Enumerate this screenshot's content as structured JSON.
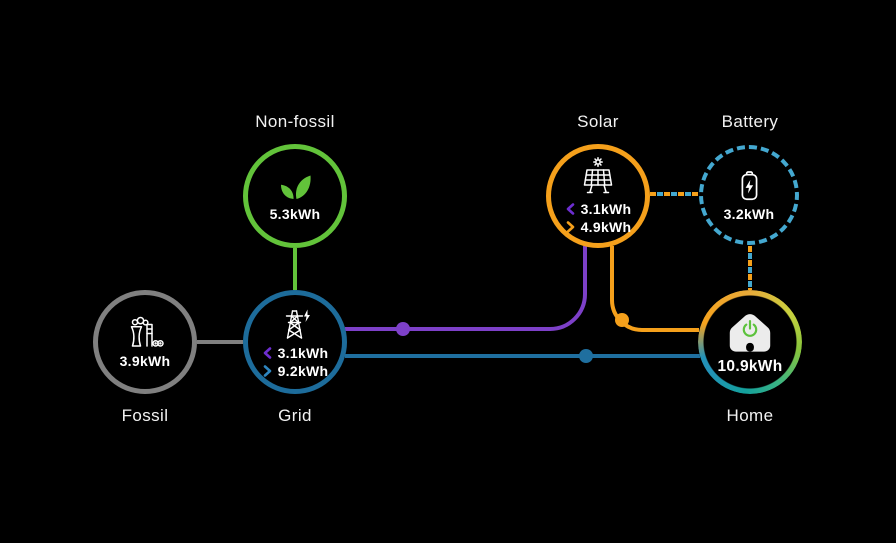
{
  "diagram": {
    "background_color": "#000000",
    "nodes": {
      "non_fossil": {
        "label": "Non-fossil",
        "value": "5.3kWh",
        "ring_color": "#62c33a",
        "icon": "leaf-icon"
      },
      "solar": {
        "label": "Solar",
        "ring_color": "#f5a01b",
        "icon": "solar-panel-icon",
        "values": [
          {
            "chevron": "left",
            "chevron_color": "#6d2ed0",
            "text": "3.1kWh"
          },
          {
            "chevron": "right",
            "chevron_color": "#f5a01b",
            "text": "4.9kWh"
          }
        ]
      },
      "battery": {
        "label": "Battery",
        "value": "3.2kWh",
        "ring_color": "#44a8d0",
        "ring_style": "dashed",
        "icon": "battery-icon"
      },
      "fossil": {
        "label": "Fossil",
        "value": "3.9kWh",
        "ring_color": "#808080",
        "icon": "power-plant-icon"
      },
      "grid": {
        "label": "Grid",
        "ring_color": "#1d6c9b",
        "icon": "pylon-icon",
        "values": [
          {
            "chevron": "left",
            "chevron_color": "#6d2ed0",
            "text": "3.1kWh"
          },
          {
            "chevron": "right",
            "chevron_color": "#2e86c0",
            "text": "9.2kWh"
          }
        ]
      },
      "home": {
        "label": "Home",
        "value": "10.9kWh",
        "icon": "home-icon",
        "ring_gradient": [
          "#e8ab3a",
          "#c8d23f",
          "#86c43c",
          "#3bb484",
          "#14a19c",
          "#2392b8",
          "#f6a21d"
        ],
        "power_symbol_color": "#5cc23c"
      }
    },
    "edges": [
      {
        "from": "non_fossil",
        "to": "grid",
        "style": "solid",
        "color": "#62c33a",
        "dot": false
      },
      {
        "from": "fossil",
        "to": "grid",
        "style": "solid",
        "color": "#808080",
        "dot": false
      },
      {
        "from": "grid",
        "to": "solar",
        "style": "solid",
        "color": "#7d40c8",
        "dot": true
      },
      {
        "from": "grid",
        "to": "home",
        "style": "solid",
        "color": "#1f6f9f",
        "dot": true
      },
      {
        "from": "solar",
        "to": "home",
        "style": "solid",
        "color": "#f5a01b",
        "dot": true
      },
      {
        "from": "solar",
        "to": "battery",
        "style": "dashed",
        "colors": [
          "#f5a01b",
          "#44a8d0"
        ],
        "dot": false
      },
      {
        "from": "battery",
        "to": "home",
        "style": "dashed",
        "colors": [
          "#f5a01b",
          "#44a8d0"
        ],
        "dot": false
      }
    ]
  }
}
